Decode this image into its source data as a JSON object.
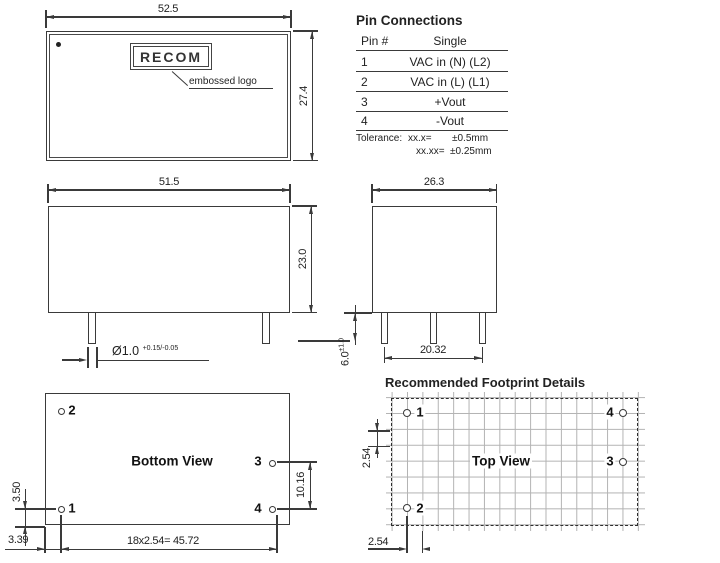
{
  "colors": {
    "ink": "#3a3a3a",
    "grid": "#b3b3b3",
    "bg": "#ffffff"
  },
  "top_view": {
    "logo_text": "RECOM",
    "logo_note": "embossed logo",
    "dim_width": "52.5",
    "dim_height": "27.4"
  },
  "pin_table": {
    "title": "Pin Connections",
    "col_pin": "Pin #",
    "col_single": "Single",
    "rows": [
      {
        "pin": "1",
        "fn": "VAC in (N) (L2)"
      },
      {
        "pin": "2",
        "fn": "VAC in (L) (L1)"
      },
      {
        "pin": "3",
        "fn": "+Vout"
      },
      {
        "pin": "4",
        "fn": "-Vout"
      }
    ],
    "tol_label": "Tolerance:",
    "tol1_key": "xx.x=",
    "tol1_val": "±0.5mm",
    "tol2_key": "xx.xx=",
    "tol2_val": "±0.25mm"
  },
  "side_view": {
    "dim_width": "51.5",
    "dim_height": "23.0",
    "pin_dia": "Ø1.0",
    "pin_dia_tol": "+0.15/-0.05"
  },
  "end_view": {
    "dim_width": "26.3",
    "dim_pitch": "20.32",
    "pin_len": "6.0",
    "pin_len_tol": "±1.0"
  },
  "bottom_view": {
    "label": "Bottom View",
    "pin1": "1",
    "pin2": "2",
    "pin3": "3",
    "pin4": "4",
    "dim_offset_y": "3.50",
    "dim_offset_x": "3.39",
    "dim_row": "18x2.54= 45.72",
    "dim_out_pitch": "10.16"
  },
  "footprint": {
    "title": "Recommended Footprint Details",
    "label": "Top View",
    "pin1": "1",
    "pin2": "2",
    "pin3": "3",
    "pin4": "4",
    "dim_pitch_v": "2.54",
    "dim_pitch_h": "2.54"
  }
}
